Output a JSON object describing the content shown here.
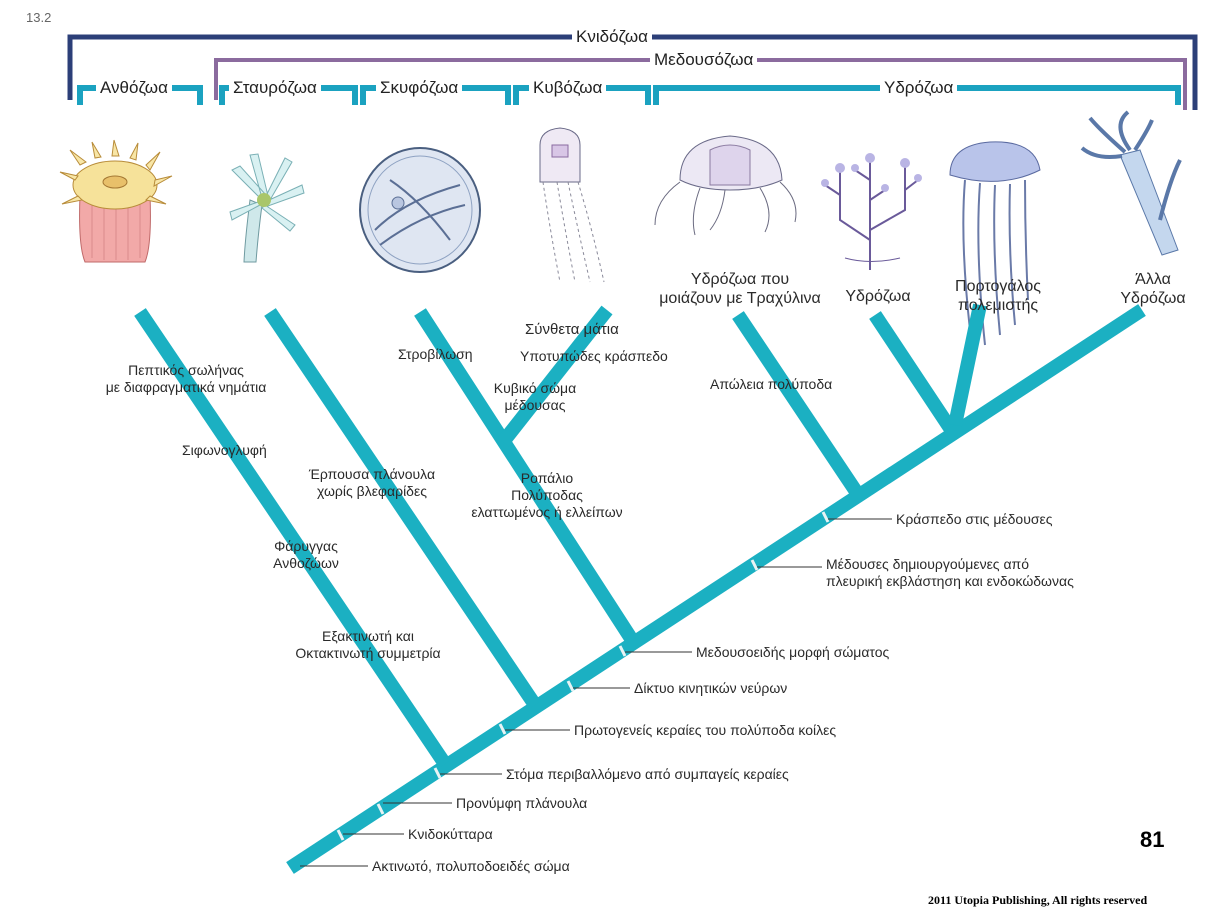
{
  "figure_number": "13.2",
  "page_number": "81",
  "copyright": "2011 Utopia Publishing, All rights reserved",
  "colors": {
    "trunk": "#1bb0c2",
    "cnidozoa_bracket": "#2c3f78",
    "medusozoa_bracket": "#8b6b9e",
    "clade_bracket": "#1ba2c0"
  },
  "groups": {
    "cnidozoa": "Κνιδόζωα",
    "medusozoa": "Μεδουσόζωα",
    "anthozoa": "Ανθόζωα",
    "staurozoa": "Σταυρόζωα",
    "scyphozoa": "Σκυφόζωα",
    "cubozoa": "Κυβόζωα",
    "hydrozoa": "Υδρόζωα"
  },
  "organisms": {
    "anemone": "sea-anemone-icon",
    "stalked_jelly": "stalked-jellyfish-icon",
    "scypho_medusa": "scyphozoan-medusa-icon",
    "box_jelly": "box-jellyfish-icon",
    "trachyline": "trachyline-medusa-icon",
    "hydroid": "hydroid-colony-icon",
    "portuguese": "portuguese-man-o-war-icon",
    "hydra": "hydra-icon"
  },
  "taxa": {
    "trachyline": [
      "Υδρόζωα που",
      "μοιάζουν με Τραχύλινα"
    ],
    "hydroids": "Υδρόζωα",
    "portuguese": [
      "Πορτογάλος",
      "πολεμιστής"
    ],
    "other_hydrozoa": [
      "Άλλα",
      "Υδρόζωα"
    ]
  },
  "characters": {
    "anth_septa": [
      "Πεπτικός σωλήνας",
      "με διαφραγματικά νημάτια"
    ],
    "anth_siphon": "Σιφωνογλυφή",
    "anth_pharynx": [
      "Φάρυγγας",
      "Ανθοζώων"
    ],
    "anth_symmetry": [
      "Εξακτινωτή και",
      "Οκτακτινωτή συμμετρία"
    ],
    "stauro_larva": [
      "Έρπουσα πλάνουλα",
      "χωρίς βλεφαρίδες"
    ],
    "scypho_strob": "Στροβίλωση",
    "cubo_eyes": "Σύνθετα μάτια",
    "cubo_velarium": "Υποτυπώδες κράσπεδο",
    "cubo_body": [
      "Κυβικό σώμα",
      "μέδουσας"
    ],
    "cubo_rhop": [
      "Ροπάλιο",
      "Πολύποδας",
      "ελαττωμένος ή ελλείπων"
    ],
    "hydro_polyp_loss": "Απώλεια πολύποδα",
    "velum": "Κράσπεδο στις μέδουσες",
    "medusa_budding": [
      "Μέδουσες δημιουργούμενες από",
      "πλευρική εκβλάστηση και ενδοκώδωνας"
    ],
    "medusoid": "Μεδουσοειδής μορφή σώματος",
    "nerve_net": "Δίκτυο κινητικών νεύρων",
    "hollow_tentacles": "Πρωτογενείς κεραίες του πολύποδα κοίλες",
    "mouth": "Στόμα περιβαλλόμενο από συμπαγείς κεραίες",
    "planula": "Προνύμφη πλάνουλα",
    "cnidocytes": "Κνιδοκύτταρα",
    "radial": "Ακτινωτό, πολυποδοειδές σώμα"
  }
}
